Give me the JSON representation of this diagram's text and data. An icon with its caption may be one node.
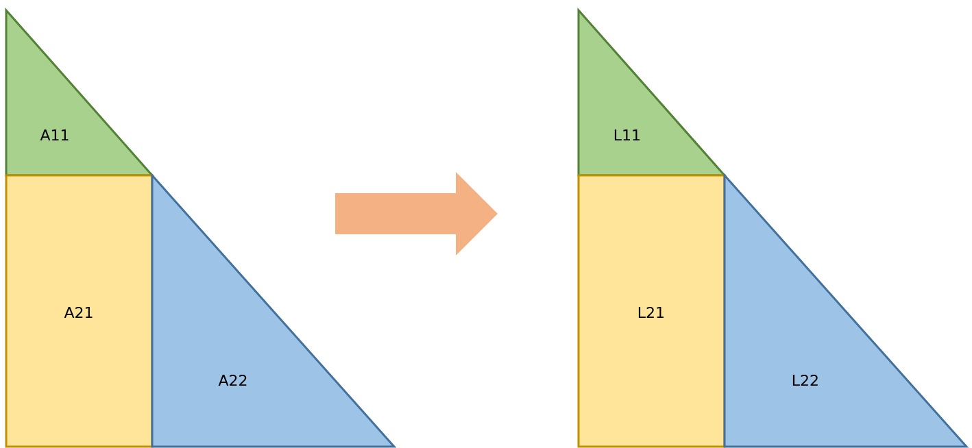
{
  "diagram": {
    "nodes": [
      {
        "text": [
          "A11"
        ]
      },
      {
        "text": [
          "A21"
        ]
      },
      {
        "text": [
          "A22"
        ]
      },
      {
        "text": [
          "L11"
        ]
      },
      {
        "text": [
          "L21"
        ]
      },
      {
        "text": [
          "L22"
        ]
      }
    ],
    "edges": [
      {
        "from": 2,
        "to": 4,
        "arrow": "to",
        "style": "thick",
        "color": "#f4b183"
      }
    ]
  }
}
